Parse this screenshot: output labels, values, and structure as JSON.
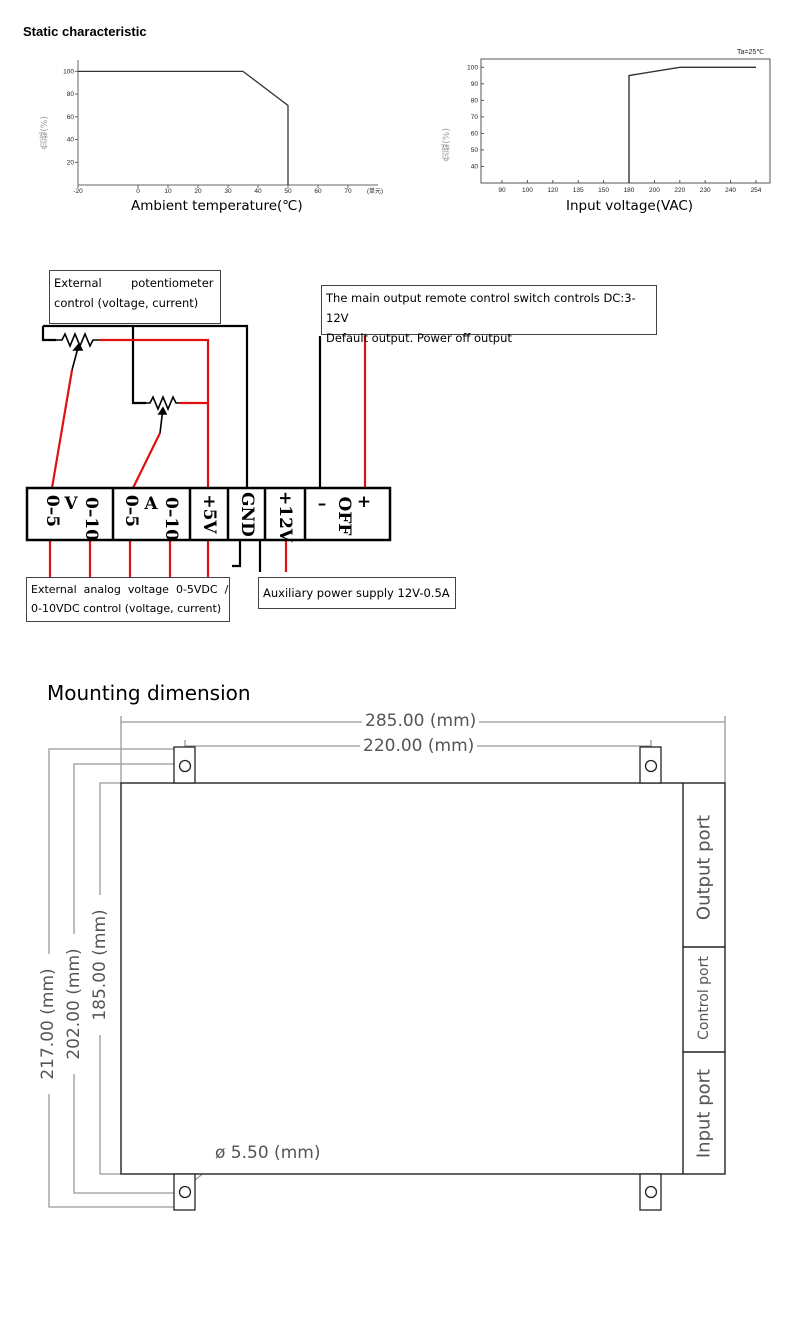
{
  "section_title": "Static characteristic",
  "chart_data": [
    {
      "type": "line",
      "xlabel": "Ambient temperature(℃)",
      "ylabel": "负载(%)",
      "x_unit": "(单元)",
      "x_ticks": [
        "-20",
        "0",
        "10",
        "20",
        "30",
        "40",
        "50",
        "60",
        "70"
      ],
      "y_ticks": [
        "100",
        "80",
        "60",
        "40",
        "20"
      ],
      "xlim": [
        -20,
        80
      ],
      "ylim": [
        0,
        110
      ],
      "series": [
        {
          "x": [
            -20,
            35,
            50,
            50
          ],
          "y": [
            100,
            100,
            70,
            0
          ]
        }
      ]
    },
    {
      "type": "line",
      "xlabel": "Input voltage(VAC)",
      "ylabel": "负载(%)",
      "annotation": "Ta=25℃",
      "x_ticks": [
        "90",
        "100",
        "120",
        "135",
        "150",
        "180",
        "200",
        "220",
        "230",
        "240",
        "254"
      ],
      "y_ticks": [
        "100",
        "90",
        "80",
        "70",
        "60",
        "50",
        "40"
      ],
      "ylim": [
        30,
        105
      ],
      "series": [
        {
          "x": [
            "180",
            "180",
            "220",
            "254"
          ],
          "y": [
            30,
            95,
            100,
            100
          ]
        }
      ]
    }
  ],
  "wiring": {
    "potentiometer_box": {
      "line1": "External        potentiometer",
      "line2": "control (voltage, current)"
    },
    "remote_box": {
      "line1": "The main output remote control switch controls DC:3-12V",
      "line2": "Default output. Power off output"
    },
    "analog_box": {
      "line1": "External  analog  voltage  0-5VDC  /",
      "line2": "0-10VDC control (voltage, current)"
    },
    "aux_box": {
      "line1": "Auxiliary power supply 12V-0.5A"
    },
    "terminals": {
      "v_group": "V",
      "a_group": "A",
      "v05": "0–5",
      "v010": "0–10",
      "a05": "0–5",
      "a010": "0–10",
      "p5v": "+5V",
      "gnd": "GND",
      "p12v": "+12V",
      "minus": "–",
      "off": "OFF",
      "plus": "+"
    }
  },
  "mounting": {
    "title": "Mounting dimension",
    "width_outer": "285.00 (mm)",
    "width_holes": "220.00 (mm)",
    "height_outer": "217.00 (mm)",
    "height_holes": "202.00 (mm)",
    "height_body": "185.00 (mm)",
    "hole_dia": "ø 5.50 (mm)",
    "ports": {
      "output": "Output port",
      "control": "Control port",
      "input": "Input port"
    }
  }
}
